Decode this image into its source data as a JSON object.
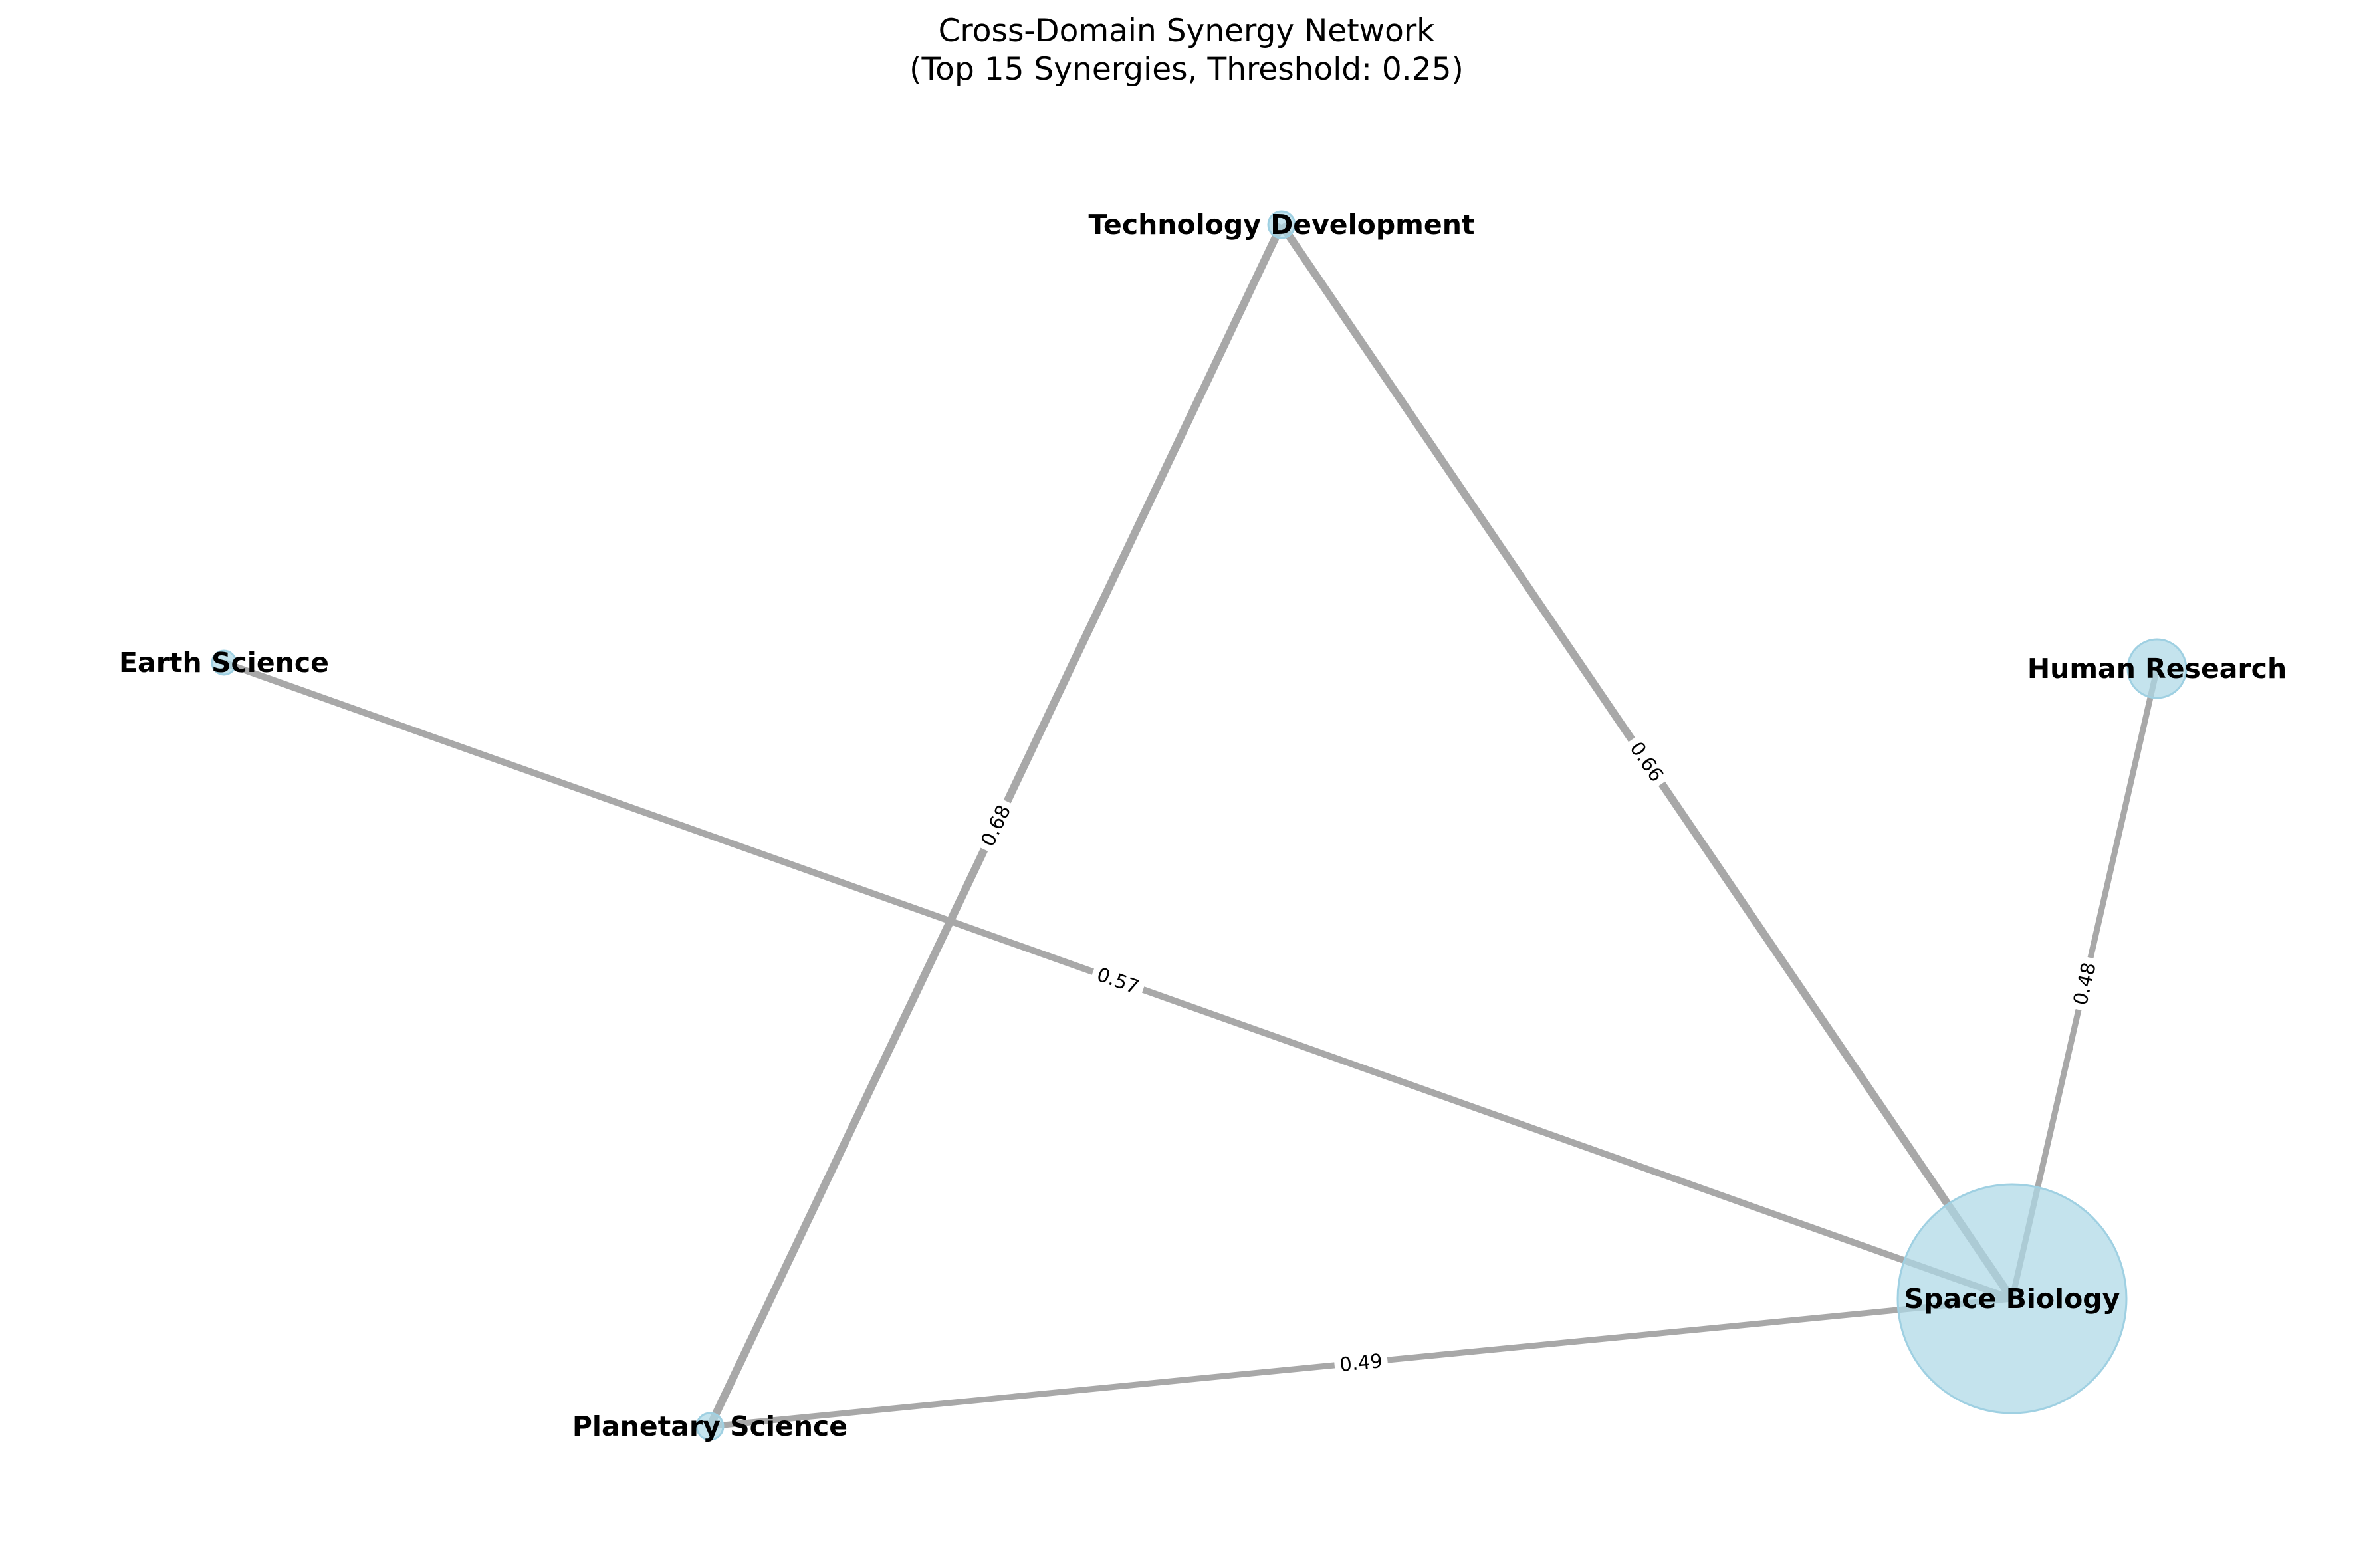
{
  "title": {
    "line1": "Cross-Domain Synergy Network",
    "line2": "(Top 15 Synergies, Threshold: 0.25)"
  },
  "colors": {
    "node_fill": "#add8e6",
    "edge": "#a8a8a8",
    "background": "#ffffff"
  },
  "nodes": [
    {
      "id": "tech",
      "label": "Technology Development"
    },
    {
      "id": "earth",
      "label": "Earth Science"
    },
    {
      "id": "human",
      "label": "Human Research"
    },
    {
      "id": "space",
      "label": "Space Biology"
    },
    {
      "id": "planetary",
      "label": "Planetary Science"
    }
  ],
  "edges": [
    {
      "source": "tech",
      "target": "planetary",
      "weight": "0.68"
    },
    {
      "source": "tech",
      "target": "space",
      "weight": "0.66"
    },
    {
      "source": "earth",
      "target": "space",
      "weight": "0.57"
    },
    {
      "source": "human",
      "target": "space",
      "weight": "0.48"
    },
    {
      "source": "planetary",
      "target": "space",
      "weight": "0.49"
    }
  ]
}
